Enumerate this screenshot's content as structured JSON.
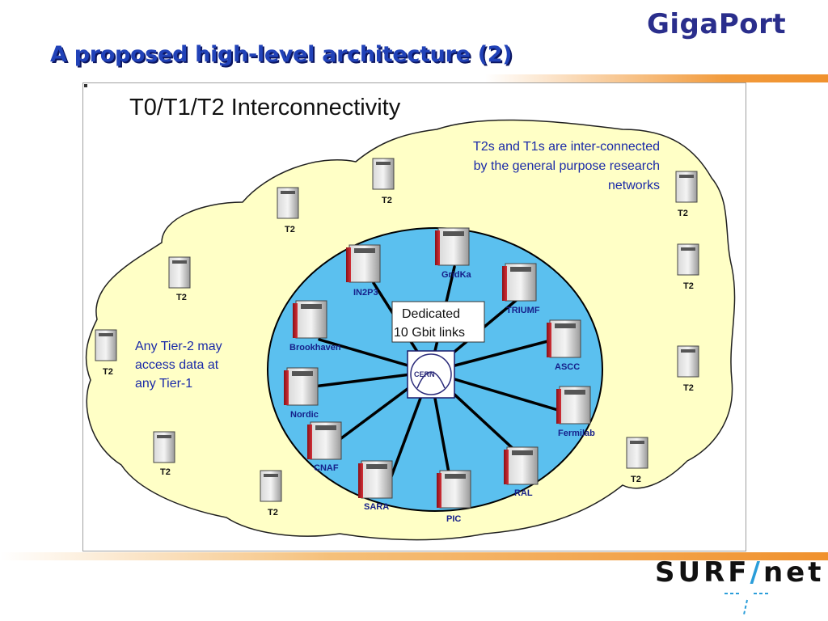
{
  "slide": {
    "title": "A proposed high-level architecture (2)",
    "brand_top": "GigaPort",
    "brand_bottom": {
      "part1": "SURF",
      "slash": "/",
      "part2": "net"
    }
  },
  "diagram": {
    "title": "T0/T1/T2 Interconnectivity",
    "center": "CERN",
    "links_box": [
      "Dedicated",
      "10 Gbit links"
    ],
    "note_top_right": [
      "T2s and T1s are inter-connected",
      "by the general purpose research",
      "networks"
    ],
    "note_left": [
      "Any Tier-2 may",
      "access data at",
      "any Tier-1"
    ],
    "tier1_sites": [
      "IN2P3",
      "GridKa",
      "TRIUMF",
      "ASCC",
      "Fermilab",
      "RAL",
      "PIC",
      "SARA",
      "CNAF",
      "Nordic",
      "Brookhaven"
    ],
    "tier2_label": "T2"
  },
  "colors": {
    "title_blue": "#2142b8",
    "cloud_fill": "#ffffc6",
    "circle_fill": "#5bc0ef",
    "accent_orange": "#f0912d",
    "server_red": "#c2202a"
  }
}
